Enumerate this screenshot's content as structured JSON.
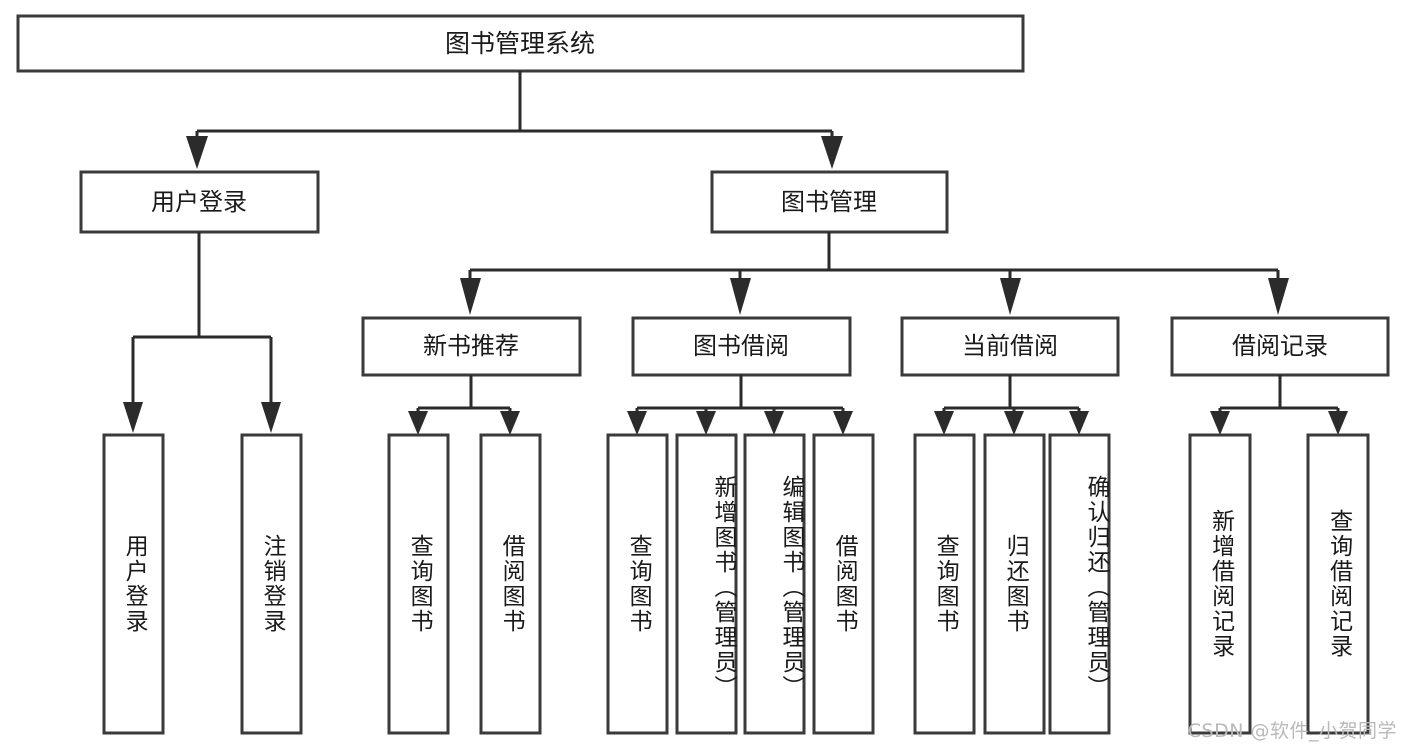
{
  "diagram": {
    "title": "图书管理系统",
    "type": "hierarchy-tree",
    "root": {
      "label": "图书管理系统"
    },
    "level2": [
      {
        "label": "用户登录"
      },
      {
        "label": "图书管理"
      }
    ],
    "level3": [
      {
        "label": "新书推荐"
      },
      {
        "label": "图书借阅"
      },
      {
        "label": "当前借阅"
      },
      {
        "label": "借阅记录"
      }
    ],
    "leaves": {
      "user_login": [
        {
          "label": "用户登录"
        },
        {
          "label": "注销登录"
        }
      ],
      "new_book_recommend": [
        {
          "label": "查询图书"
        },
        {
          "label": "借阅图书"
        }
      ],
      "book_borrow": [
        {
          "label": "查询图书"
        },
        {
          "label": "新增图书（管理员）"
        },
        {
          "label": "编辑图书（管理员）"
        },
        {
          "label": "借阅图书"
        }
      ],
      "current_borrow": [
        {
          "label": "查询图书"
        },
        {
          "label": "归还图书"
        },
        {
          "label": "确认归还（管理员）"
        }
      ],
      "borrow_record": [
        {
          "label": "新增借阅记录"
        },
        {
          "label": "查询借阅记录"
        }
      ]
    }
  },
  "watermark": {
    "text": "CSDN @软件_小贺同学"
  },
  "colors": {
    "box_border": "#3a3a3a",
    "connector": "#2b2b2b",
    "text": "#1a1a1a",
    "background": "#ffffff",
    "watermark": "#b9b9b9"
  }
}
